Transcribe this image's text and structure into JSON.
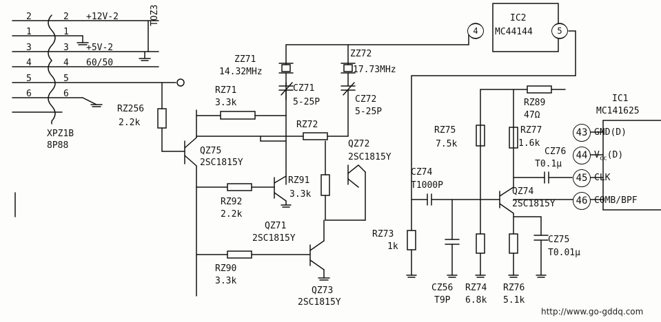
{
  "connector": {
    "pins": [
      {
        "left": "2",
        "right": "2",
        "signal": "+12V-2"
      },
      {
        "left": "1",
        "right": "1",
        "signal": ""
      },
      {
        "left": "3",
        "right": "3",
        "signal": "+5V-2"
      },
      {
        "left": "4",
        "right": "4",
        "signal": "60/50"
      },
      {
        "left": "5",
        "right": "5",
        "signal": ""
      },
      {
        "left": "6",
        "right": "6",
        "signal": ""
      }
    ],
    "ref": "XPZ1B",
    "type": "8P88",
    "jumper": "TOZ3"
  },
  "ic2": {
    "name": "IC2",
    "part": "MC44144",
    "pin_a": "4",
    "pin_b": "5"
  },
  "ic1": {
    "name": "IC1",
    "part": "MC141625",
    "pins": [
      {
        "num": "43",
        "label": "GND(D)"
      },
      {
        "num": "44",
        "label": "V",
        "sub": "cc",
        "suffix": "(D)"
      },
      {
        "num": "45",
        "label": "CLK"
      },
      {
        "num": "46",
        "label": "COMB/BPF"
      }
    ]
  },
  "crystals": [
    {
      "ref": "ZZ71",
      "value": "14.32MHz"
    },
    {
      "ref": "ZZ72",
      "value": "17.73MHz"
    }
  ],
  "capacitors": [
    {
      "ref": "CZ71",
      "value": "5-25P"
    },
    {
      "ref": "CZ72",
      "value": "5-25P"
    },
    {
      "ref": "CZ74",
      "value": "T1000P"
    },
    {
      "ref": "CZ56",
      "value": "T9P"
    },
    {
      "ref": "CZ75",
      "value": "T0.01µ"
    },
    {
      "ref": "CZ76",
      "value": "T0.1µ"
    }
  ],
  "resistors": [
    {
      "ref": "RZ256",
      "value": "2.2k"
    },
    {
      "ref": "RZ71",
      "value": "3.3k"
    },
    {
      "ref": "RZ72",
      "value": ""
    },
    {
      "ref": "RZ91",
      "value": "3.3k"
    },
    {
      "ref": "RZ92",
      "value": "2.2k"
    },
    {
      "ref": "RZ90",
      "value": "3.3k"
    },
    {
      "ref": "RZ73",
      "value": "1k"
    },
    {
      "ref": "RZ74",
      "value": "6.8k"
    },
    {
      "ref": "RZ75",
      "value": "7.5k"
    },
    {
      "ref": "RZ76",
      "value": "5.1k"
    },
    {
      "ref": "RZ77",
      "value": "1.6k"
    },
    {
      "ref": "RZ89",
      "value": "47Ω"
    }
  ],
  "transistors": [
    {
      "ref": "QZ75",
      "part": "2SC1815Y"
    },
    {
      "ref": "QZ71",
      "part": "2SC1815Y"
    },
    {
      "ref": "QZ72",
      "part": "2SC1815Y"
    },
    {
      "ref": "QZ73",
      "part": "2SC1815Y"
    },
    {
      "ref": "QZ74",
      "part": "2SC1815Y"
    }
  ],
  "watermark": "http://www.go-gddq.com"
}
